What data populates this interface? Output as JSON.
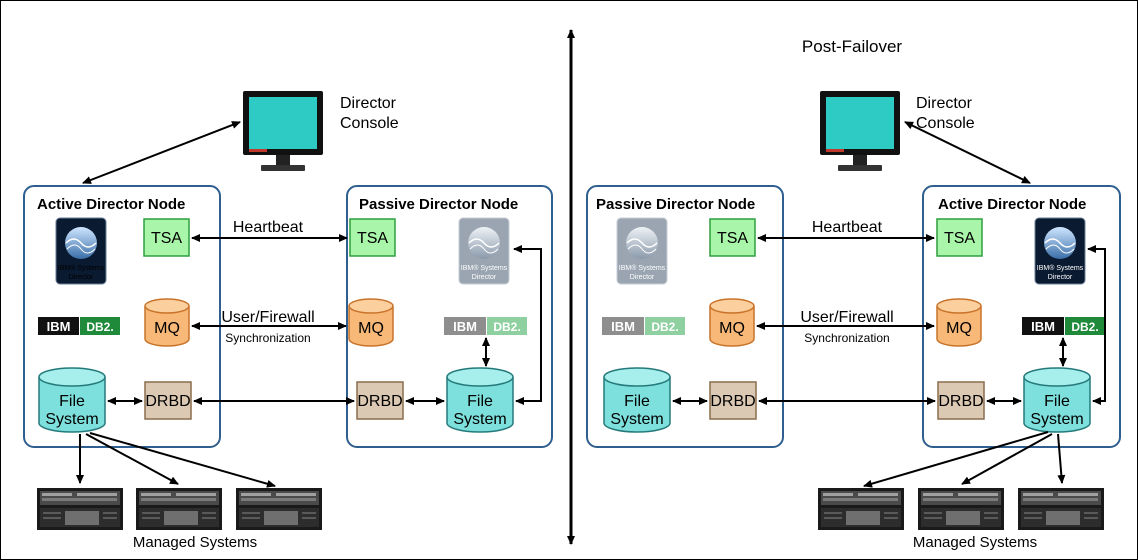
{
  "colors": {
    "node_border": "#2f5f8f",
    "tsa_fill": "#a9f5a9",
    "tsa_stroke": "#2e9e3e",
    "mq_fill": "#f8b878",
    "mq_stroke": "#c8732a",
    "fs_fill": "#7ee0dc",
    "fs_stroke": "#25797a",
    "drbd_fill": "#dcc9b3",
    "drbd_stroke": "#8a6d4b",
    "monitor_screen": "#2ecac4"
  },
  "left": {
    "console_label_line1": "Director",
    "console_label_line2": "Console",
    "active_node_title": "Active Director Node",
    "passive_node_title": "Passive Director Node",
    "tsa": "TSA",
    "mq": "MQ",
    "drbd": "DRBD",
    "fs_line1": "File",
    "fs_line2": "System",
    "heartbeat": "Heartbeat",
    "sync_line1": "User/Firewall",
    "sync_line2": "Synchronization",
    "managed_systems": "Managed Systems"
  },
  "right": {
    "title": "Post-Failover",
    "console_label_line1": "Director",
    "console_label_line2": "Console",
    "passive_node_title": "Passive Director Node",
    "active_node_title": "Active Director Node",
    "tsa": "TSA",
    "mq": "MQ",
    "drbd": "DRBD",
    "fs_line1": "File",
    "fs_line2": "System",
    "heartbeat": "Heartbeat",
    "sync_line1": "User/Firewall",
    "sync_line2": "Synchronization",
    "managed_systems": "Managed Systems"
  },
  "logos": {
    "ibm": "IBM",
    "db2": "DB2.",
    "systems_director_line1": "IBM® Systems",
    "systems_director_line2": "Director"
  }
}
